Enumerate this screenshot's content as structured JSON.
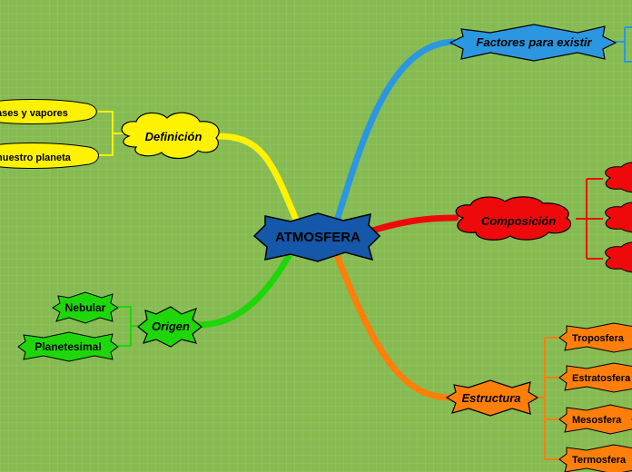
{
  "central": {
    "label": "ATMOSFERA",
    "color": "#1557a8"
  },
  "branches": {
    "definicion": {
      "label": "Definición",
      "color": "#fff200",
      "children": [
        "ases y vapores",
        "nuestro planeta"
      ]
    },
    "origen": {
      "label": "Origen",
      "color": "#1ed60a",
      "children": [
        "Nebular",
        "Planetesimal"
      ]
    },
    "factores": {
      "label": "Factores para existir",
      "color": "#2b97e0"
    },
    "composicion": {
      "label": "Composición",
      "color": "#ee0a0a"
    },
    "estructura": {
      "label": "Estructura",
      "color": "#ff7f0a",
      "children": [
        "Troposfera",
        "Estratosfera",
        "Mesosfera",
        "Termosfera"
      ]
    }
  }
}
